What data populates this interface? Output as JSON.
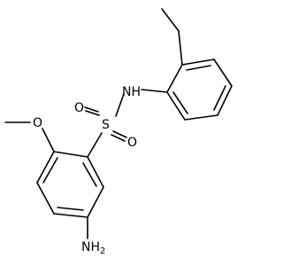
{
  "molecule": {
    "labels": {
      "nh": "NH",
      "s": "S",
      "o_top": "O",
      "o_bottom": "O",
      "o_methoxy": "O",
      "nh2_n": "N",
      "nh2_h": "H",
      "nh2_sub": "2"
    }
  }
}
